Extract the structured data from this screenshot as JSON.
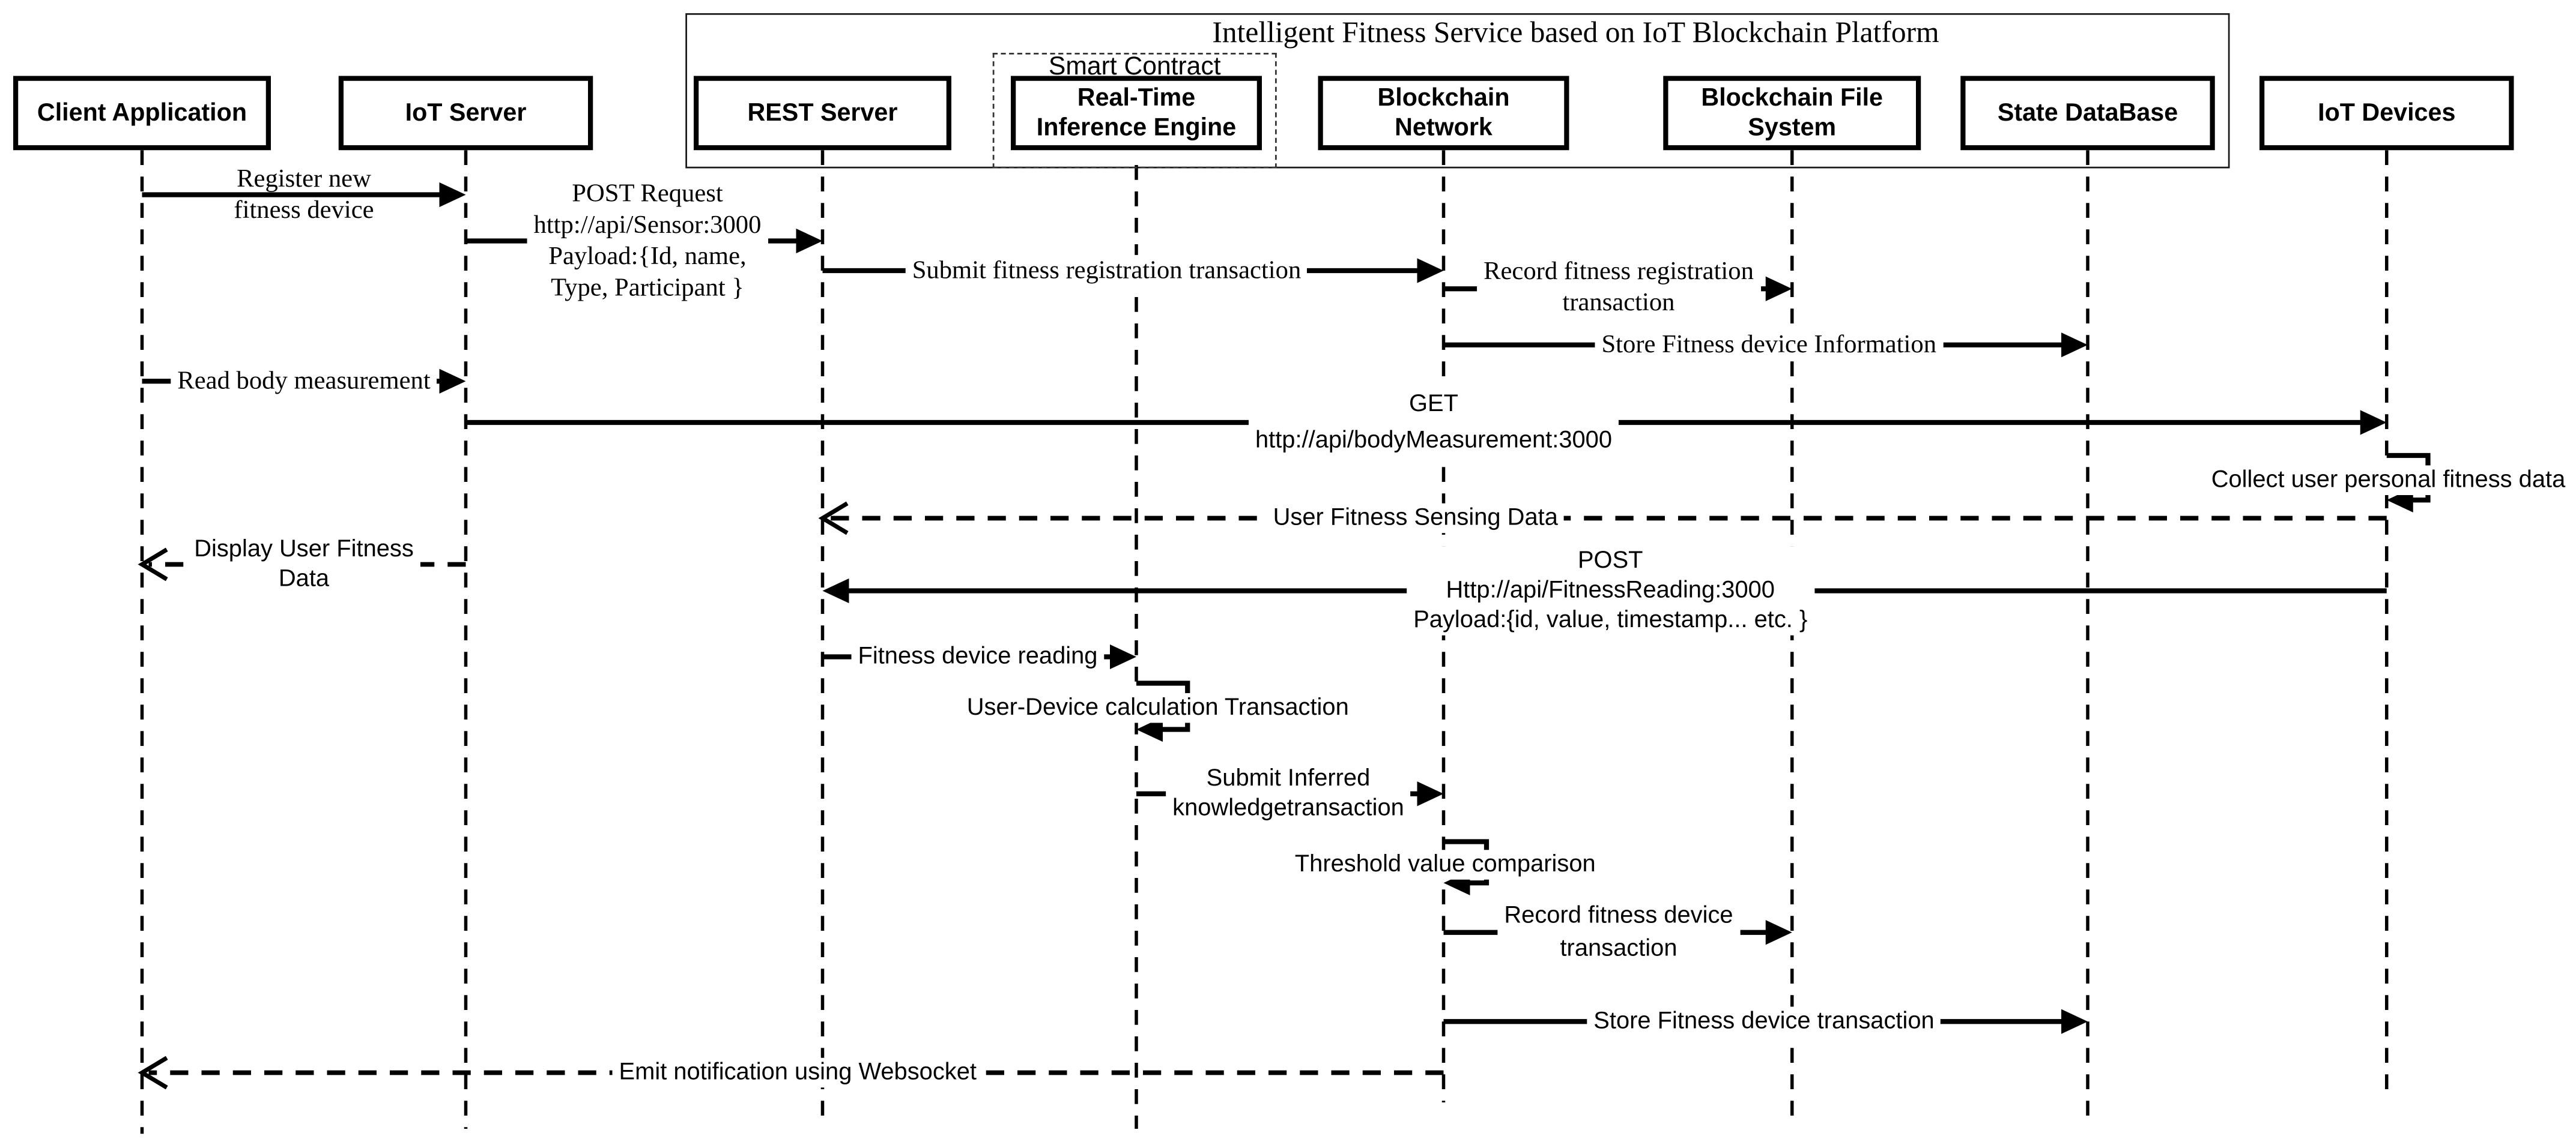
{
  "frame": {
    "title": "Intelligent Fitness Service based on IoT Blockchain Platform"
  },
  "smart_contract": {
    "label": "Smart Contract"
  },
  "actors": [
    {
      "id": "client-application",
      "lines": [
        "Client Application"
      ]
    },
    {
      "id": "iot-server",
      "lines": [
        "IoT Server"
      ]
    },
    {
      "id": "rest-server",
      "lines": [
        "REST Server"
      ]
    },
    {
      "id": "inference-engine",
      "lines": [
        "Real-Time",
        "Inference Engine"
      ]
    },
    {
      "id": "blockchain-network",
      "lines": [
        "Blockchain",
        "Network"
      ]
    },
    {
      "id": "blockchain-file-system",
      "lines": [
        "Blockchain File",
        "System"
      ]
    },
    {
      "id": "state-database",
      "lines": [
        "State DataBase"
      ]
    },
    {
      "id": "iot-devices",
      "lines": [
        "IoT Devices"
      ]
    }
  ],
  "messages": [
    {
      "from": "client-application",
      "to": "iot-server",
      "type": "solid",
      "lines": [
        "Register new",
        "fitness device"
      ]
    },
    {
      "from": "iot-server",
      "to": "rest-server",
      "type": "solid",
      "lines": [
        "POST Request",
        "http://api/Sensor:3000",
        "Payload:{Id, name,",
        "Type, Participant  }"
      ]
    },
    {
      "from": "rest-server",
      "to": "blockchain-network",
      "type": "solid",
      "lines": [
        "Submit fitness registration transaction"
      ]
    },
    {
      "from": "blockchain-network",
      "to": "blockchain-file-system",
      "type": "solid",
      "lines": [
        "Record fitness registration",
        "transaction"
      ]
    },
    {
      "from": "blockchain-network",
      "to": "state-database",
      "type": "solid",
      "lines": [
        "Store Fitness device Information"
      ]
    },
    {
      "from": "client-application",
      "to": "iot-server",
      "type": "solid",
      "lines": [
        "Read body measurement"
      ]
    },
    {
      "from": "iot-server",
      "to": "iot-devices",
      "type": "solid",
      "lines": [
        "GET",
        "http://api/bodyMeasurement:3000"
      ]
    },
    {
      "from": "iot-devices",
      "to": "iot-devices",
      "type": "self",
      "lines": [
        "Collect user personal fitness data"
      ]
    },
    {
      "from": "iot-devices",
      "to": "rest-server",
      "type": "dashed",
      "lines": [
        "User Fitness Sensing Data"
      ]
    },
    {
      "from": "iot-server",
      "to": "client-application",
      "type": "dashed",
      "lines": [
        "Display User Fitness",
        "Data"
      ]
    },
    {
      "from": "iot-devices",
      "to": "rest-server",
      "type": "solid",
      "lines": [
        "POST",
        "Http://api/FitnessReading:3000",
        "Payload:{id, value, timestamp... etc. }"
      ]
    },
    {
      "from": "rest-server",
      "to": "inference-engine",
      "type": "solid",
      "lines": [
        "Fitness device reading"
      ]
    },
    {
      "from": "inference-engine",
      "to": "inference-engine",
      "type": "self",
      "lines": [
        "User-Device calculation Transaction"
      ]
    },
    {
      "from": "inference-engine",
      "to": "blockchain-network",
      "type": "solid",
      "lines": [
        "Submit Inferred",
        "knowledgetransaction"
      ]
    },
    {
      "from": "blockchain-network",
      "to": "blockchain-network",
      "type": "self",
      "lines": [
        "Threshold value comparison"
      ]
    },
    {
      "from": "blockchain-network",
      "to": "blockchain-file-system",
      "type": "solid",
      "lines": [
        "Record fitness device",
        "transaction"
      ]
    },
    {
      "from": "blockchain-network",
      "to": "state-database",
      "type": "solid",
      "lines": [
        "Store Fitness device transaction"
      ]
    },
    {
      "from": "blockchain-network",
      "to": "client-application",
      "type": "dashed",
      "lines": [
        "Emit notification using Websocket"
      ]
    }
  ]
}
